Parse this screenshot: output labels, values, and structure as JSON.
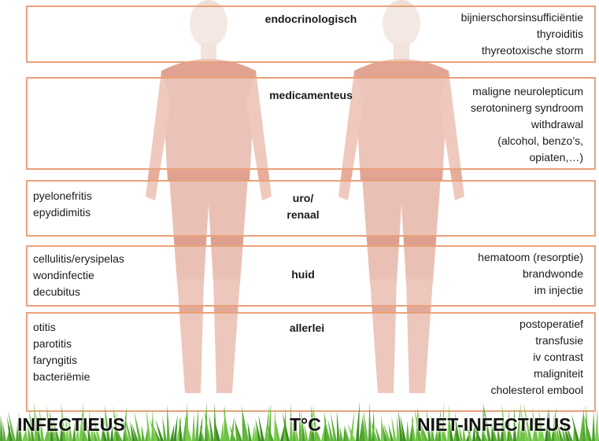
{
  "colors": {
    "frame": "#e8a27a",
    "muscle": "#c9573a",
    "skin": "#e9c8b8",
    "grass": "#5fb43a"
  },
  "sections": {
    "endocrine": {
      "category": "endocrinologisch",
      "right": [
        "bijnierschorsinsufficiëntie",
        "thyroiditis",
        "thyreotoxische storm"
      ]
    },
    "medication": {
      "category": "medicamenteus",
      "right": [
        "maligne neurolepticum",
        "serotoninerg syndroom",
        "withdrawal",
        "(alcohol, benzo’s,",
        "opiaten,…)"
      ]
    },
    "renal": {
      "category_line1": "uro/",
      "category_line2": "renaal",
      "left": [
        "pyelonefritis",
        "epydidimitis"
      ]
    },
    "skin": {
      "category": "huid",
      "left": [
        "cellulitis/erysipelas",
        "wondinfectie",
        "decubitus"
      ],
      "right": [
        "hematoom (resorptie)",
        "brandwonde",
        "im injectie"
      ]
    },
    "misc": {
      "category": "allerlei",
      "left": [
        "otitis",
        "parotitis",
        "faryngitis",
        "bacteriëmie"
      ],
      "right": [
        "postoperatief",
        "transfusie",
        "iv contrast",
        "maligniteit",
        "cholesterol embool"
      ]
    }
  },
  "footer": {
    "left": "INFECTIEUS",
    "center": "T°C",
    "right": "NIET-INFECTIEUS"
  }
}
